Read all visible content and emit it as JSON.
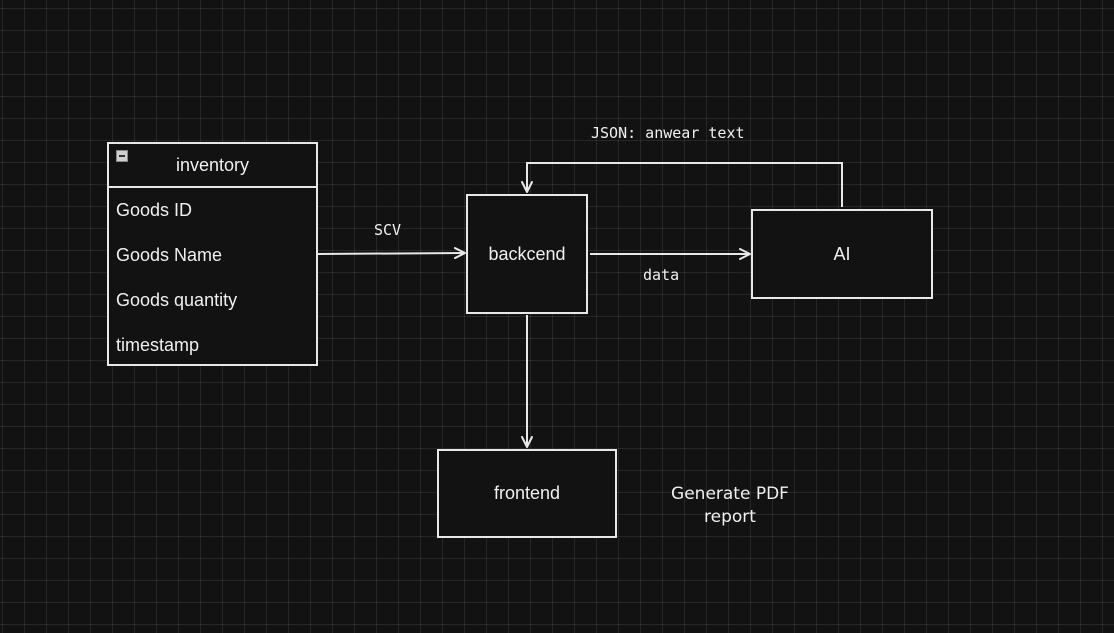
{
  "table": {
    "title": "inventory",
    "rows": [
      "Goods ID",
      "Goods Name",
      "Goods quantity",
      "timestamp"
    ]
  },
  "nodes": {
    "backcend": "backcend",
    "ai": "AI",
    "frontend": "frontend"
  },
  "edges": {
    "scv": "SCV",
    "data": "data",
    "json": "JSON: anwear text"
  },
  "note": "Generate PDF report",
  "colors": {
    "background": "#121212",
    "stroke": "#e8e8e8",
    "text": "#f0f0f0"
  },
  "icons": {
    "table_collapse": "collapse-icon"
  }
}
